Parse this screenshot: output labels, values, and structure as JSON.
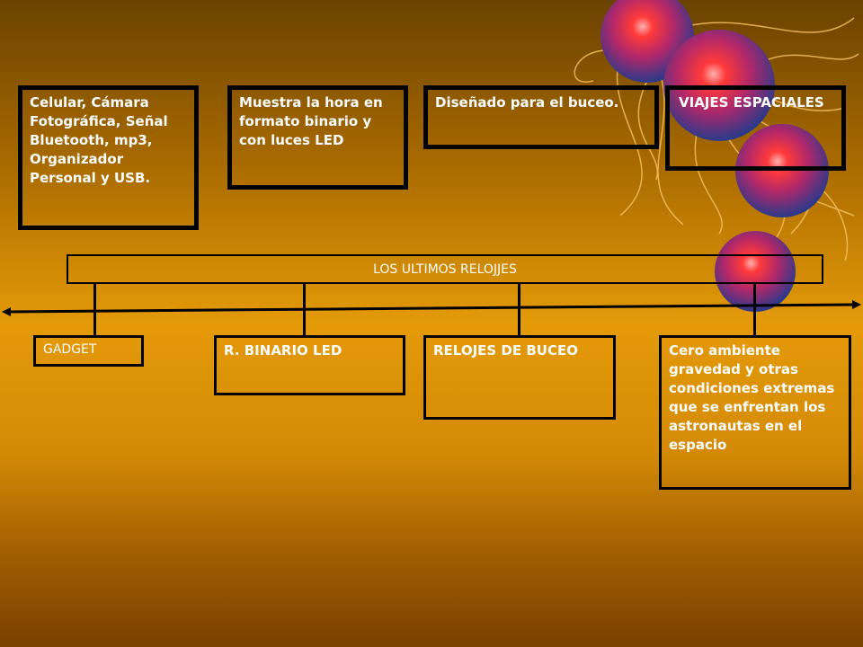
{
  "title": "LOS ULTIMOS RELOJJES",
  "top_boxes": [
    "Celular, Cámara Fotográfica, Señal Bluetooth, mp3, Organizador Personal y USB.",
    "Muestra la hora en formato binario y con luces LED",
    "Diseñado para el buceo.",
    "VIAJES ESPACIALES"
  ],
  "bottom_boxes": [
    "GADGET",
    "R. BINARIO LED",
    "RELOJES DE BUCEO",
    "Cero ambiente gravedad y otras condiciones extremas que se enfrentan los astronautas en el espacio"
  ],
  "colors": {
    "background_mid": "#e49a08",
    "border": "#000000",
    "text": "#ffffff",
    "sphere_core": "#ff3a3a",
    "sphere_edge": "#2a3a8a"
  },
  "decoration": "glowing-spheres-clipart"
}
